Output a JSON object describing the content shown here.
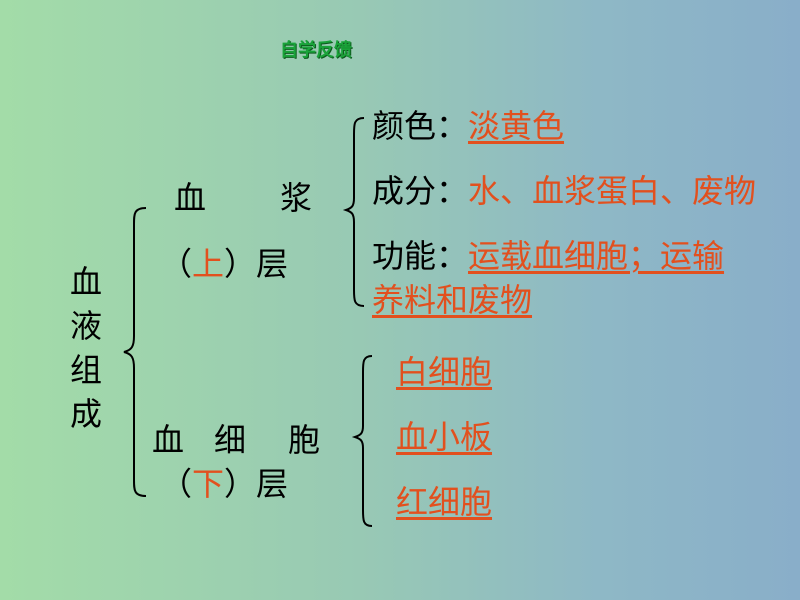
{
  "title": "自学反馈",
  "root": [
    "血",
    "液",
    "组",
    "成"
  ],
  "plasma": {
    "name_1": "血",
    "name_2": "浆",
    "layer_open": "（",
    "layer_value": "上",
    "layer_close": "）层",
    "items": {
      "color_label": "颜色：",
      "color_value": "淡黄色",
      "composition_label": "成分：",
      "composition_value": "水、血浆蛋白、废物",
      "function_label": "功能：",
      "function_value_line1": "运载血细胞；运输",
      "function_value_line2": "养料和废物"
    }
  },
  "cells": {
    "name_1": "血",
    "name_2": "细",
    "name_3": "胞",
    "layer_open": "（",
    "layer_value": "下",
    "layer_close": "）层",
    "items": [
      "白细胞",
      "血小板",
      "红细胞"
    ]
  }
}
